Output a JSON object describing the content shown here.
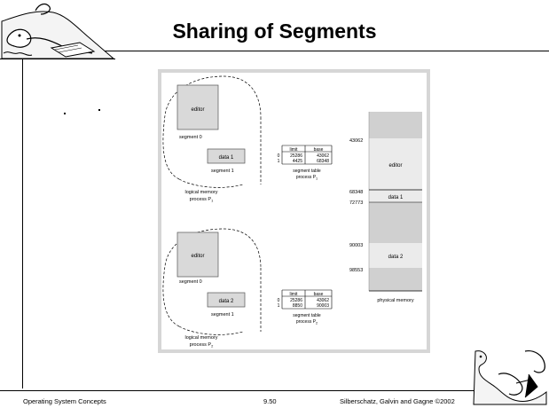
{
  "slide": {
    "title": "Sharing of Segments",
    "footer_left": "Operating System Concepts",
    "footer_center": "9.50",
    "footer_right": "Silberschatz, Galvin and  Gagne ©2002"
  },
  "icons": [
    "dinosaur-reading-clipart-icon",
    "dinosaur-climbing-clipart-icon"
  ],
  "figure": {
    "process1": {
      "editor_label": "editor",
      "segment0_label": "segment 0",
      "data_label": "data 1",
      "segment1_label": "segment 1",
      "caption_line1": "logical memory",
      "caption_line2": "process P",
      "caption_sub": "1"
    },
    "process2": {
      "editor_label": "editor",
      "segment0_label": "segment 0",
      "data_label": "data 2",
      "segment1_label": "segment 1",
      "caption_line1": "logical memory",
      "caption_line2": "process P",
      "caption_sub": "2"
    },
    "table1": {
      "header_limit": "limit",
      "header_base": "base",
      "rows": [
        {
          "index": "0",
          "limit": "25286",
          "base": "43062"
        },
        {
          "index": "1",
          "limit": "4425",
          "base": "68348"
        }
      ],
      "caption_line1": "segment table",
      "caption_line2": "process P",
      "caption_sub": "1"
    },
    "table2": {
      "header_limit": "limit",
      "header_base": "base",
      "rows": [
        {
          "index": "0",
          "limit": "25286",
          "base": "43062"
        },
        {
          "index": "1",
          "limit": "8850",
          "base": "90003"
        }
      ],
      "caption_line1": "segment table",
      "caption_line2": "process P",
      "caption_sub": "2"
    },
    "physical": {
      "addresses": [
        "43062",
        "68348",
        "72773",
        "90003",
        "98553"
      ],
      "editor_label": "editor",
      "data1_label": "data 1",
      "data2_label": "data 2",
      "caption": "physical memory"
    }
  },
  "colors": {
    "segment_fill": "#d9d9d9",
    "memory_dark": "#d0d0d0",
    "memory_light": "#ebebeb",
    "figure_border": "#d6d6d6"
  }
}
